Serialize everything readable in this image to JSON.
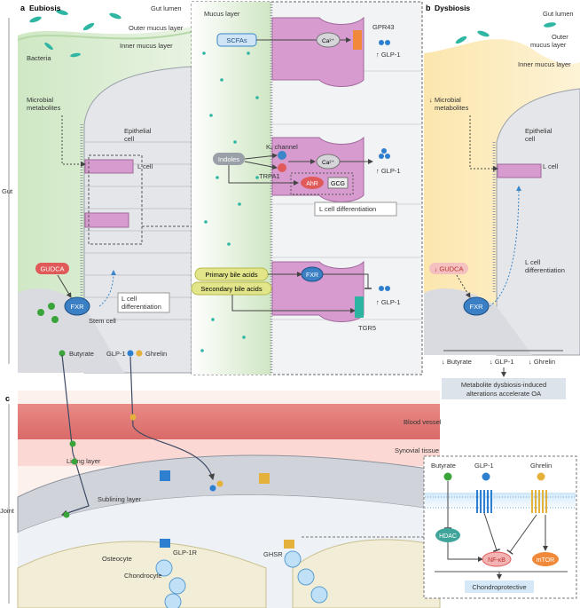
{
  "panel_a": {
    "letter": "a",
    "title": "Eubiosis",
    "gut_lumen": "Gut lumen",
    "outer_mucus": "Outer mucus layer",
    "inner_mucus": "Inner mucus layer",
    "bacteria": "Bacteria",
    "microbial_metabolites": [
      "Microbial",
      "metabolites"
    ],
    "epithelial_cell": [
      "Epithelial",
      "cell"
    ],
    "l_cell": "L cell",
    "gudca": "GUDCA",
    "fxr": "FXR",
    "stem_cell": "Stem cell",
    "l_cell_diff": [
      "L cell",
      "differentiation"
    ],
    "butyrate": "Butyrate",
    "glp1": "GLP-1",
    "ghrelin": "Ghrelin"
  },
  "inset": {
    "mucus_layer": "Mucus layer",
    "scfas": "SCFAs",
    "ca": "Ca²⁺",
    "gpr43": "GPR43",
    "up_glp1": "↑ GLP-1",
    "kv_channel": "Kᵥ channel",
    "indoles": "Indoles",
    "trpa1": "TRPA1",
    "ahr": "AhR",
    "gcg": "GCG",
    "l_cell_diff": "L cell differentiation",
    "primary_bile": "Primary bile acids",
    "secondary_bile": "Secondary bile acids",
    "fxr": "FXR",
    "tgr5": "TGR5"
  },
  "panel_b": {
    "letter": "b",
    "title": "Dysbiosis",
    "gut_lumen": "Gut lumen",
    "outer_mucus": [
      "Outer",
      "mucus layer"
    ],
    "inner_mucus": "Inner mucus layer",
    "microbial_metabolites": [
      "↓ Microbial",
      "metabolites"
    ],
    "epithelial_cell": [
      "Epithelial",
      "cell"
    ],
    "l_cell": "L cell",
    "gudca": "↓ GUDCA",
    "fxr": "FXR",
    "l_cell_diff": [
      "L cell",
      "differentiation"
    ],
    "down_butyrate": "↓ Butyrate",
    "down_glp1": "↓ GLP-1",
    "down_ghrelin": "↓ Ghrelin",
    "conclusion": [
      "Metabolite dysbiosis-induced",
      "alterations accelerate OA"
    ]
  },
  "panel_c": {
    "letter": "c",
    "blood_vessel": "Blood vessel",
    "synovial_tissue": "Synovial tissue",
    "lining_layer": "Lining layer",
    "sublining_layer": "Sublining layer",
    "osteocyte": "Osteocyte",
    "chondrocyte": "Chondrocyte",
    "glp1r": "GLP-1R",
    "ghsr": "GHSR"
  },
  "signaling": {
    "butyrate": "Butyrate",
    "glp1": "GLP-1",
    "ghrelin": "Ghrelin",
    "hdac": "HDAC",
    "nfkb": "NF-κB",
    "mtor": "mTOR",
    "chondroprotective": "Chondroprotective"
  },
  "side_labels": {
    "gut": "Gut",
    "joint": "Joint"
  },
  "colors": {
    "green_lumen": "#d6ebcc",
    "yellow_lumen": "#fbe8b5",
    "l_cell": "#d79bd0",
    "blood": "#e27777",
    "synovium": "#fbd8d3",
    "fxr": "#3b7fc4",
    "gudca": "#e05a5a",
    "butyrate_dot": "#3aa43a",
    "glp1_dot": "#2f7fd0",
    "ghrelin_dot": "#e4b13a",
    "teal_dot": "#2fb6a3"
  }
}
